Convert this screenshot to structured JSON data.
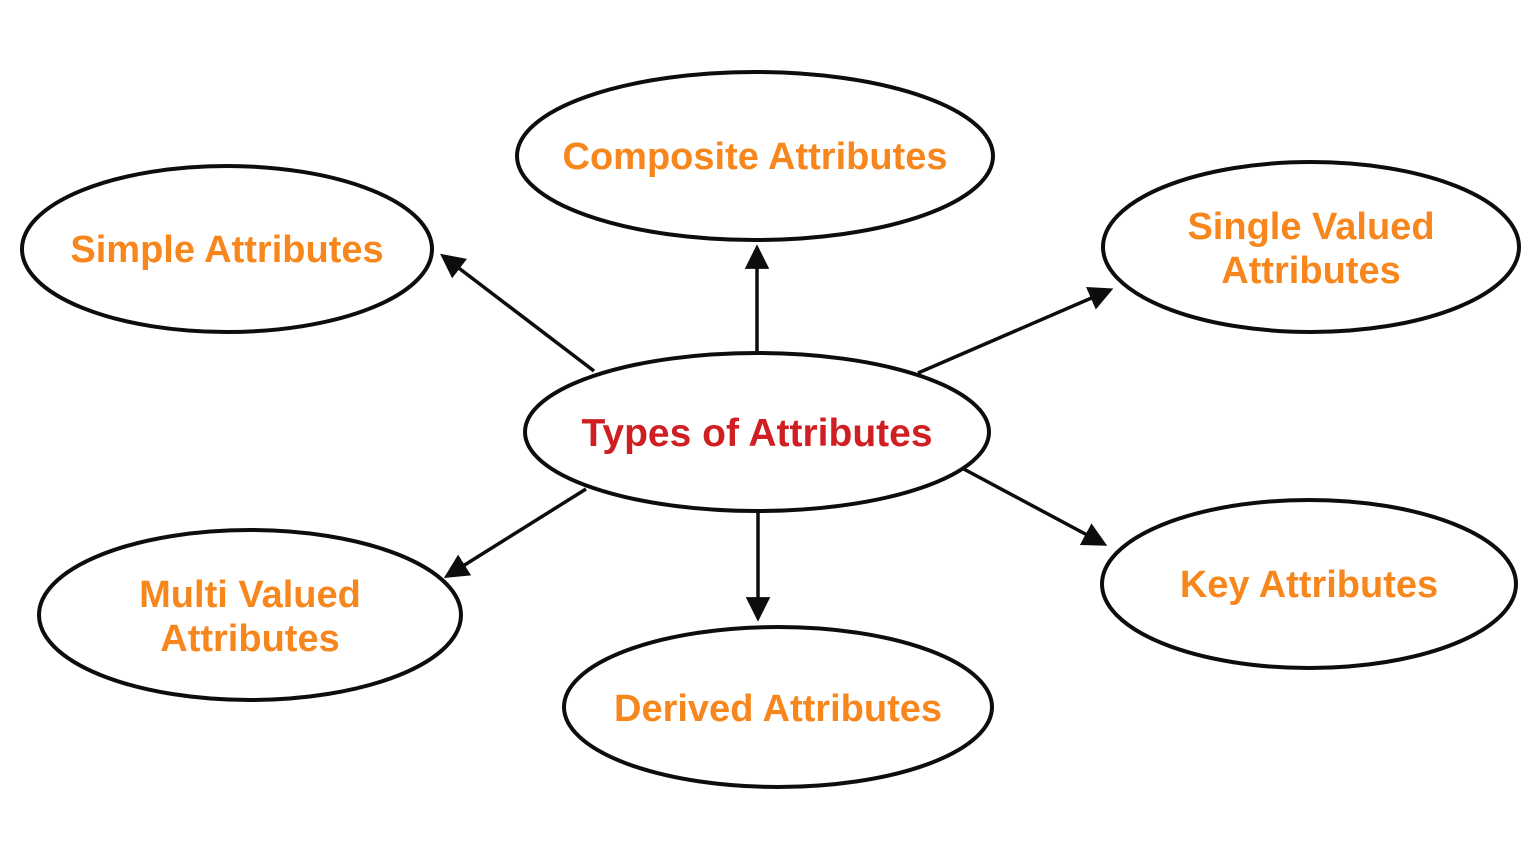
{
  "diagram": {
    "title": "Types of Attributes",
    "type": "radial-concept-diagram",
    "center": {
      "label": "Types of Attributes",
      "text_color": "#D01F23"
    },
    "nodes": {
      "composite": {
        "label": "Composite Attributes"
      },
      "simple": {
        "label": "Simple Attributes"
      },
      "single_valued": {
        "line1": "Single Valued",
        "line2": "Attributes"
      },
      "multi_valued": {
        "line1": "Multi Valued",
        "line2": "Attributes"
      },
      "derived": {
        "label": "Derived Attributes"
      },
      "key": {
        "label": "Key Attributes"
      }
    },
    "edges": [
      {
        "from": "Types of Attributes",
        "to": "Composite Attributes"
      },
      {
        "from": "Types of Attributes",
        "to": "Simple Attributes"
      },
      {
        "from": "Types of Attributes",
        "to": "Single Valued Attributes"
      },
      {
        "from": "Types of Attributes",
        "to": "Multi Valued Attributes"
      },
      {
        "from": "Types of Attributes",
        "to": "Derived Attributes"
      },
      {
        "from": "Types of Attributes",
        "to": "Key Attributes"
      }
    ],
    "colors": {
      "node_text": "#F7871D",
      "center_text": "#D01F23",
      "stroke": "#0D0D0D",
      "background": "#FFFFFF"
    }
  }
}
